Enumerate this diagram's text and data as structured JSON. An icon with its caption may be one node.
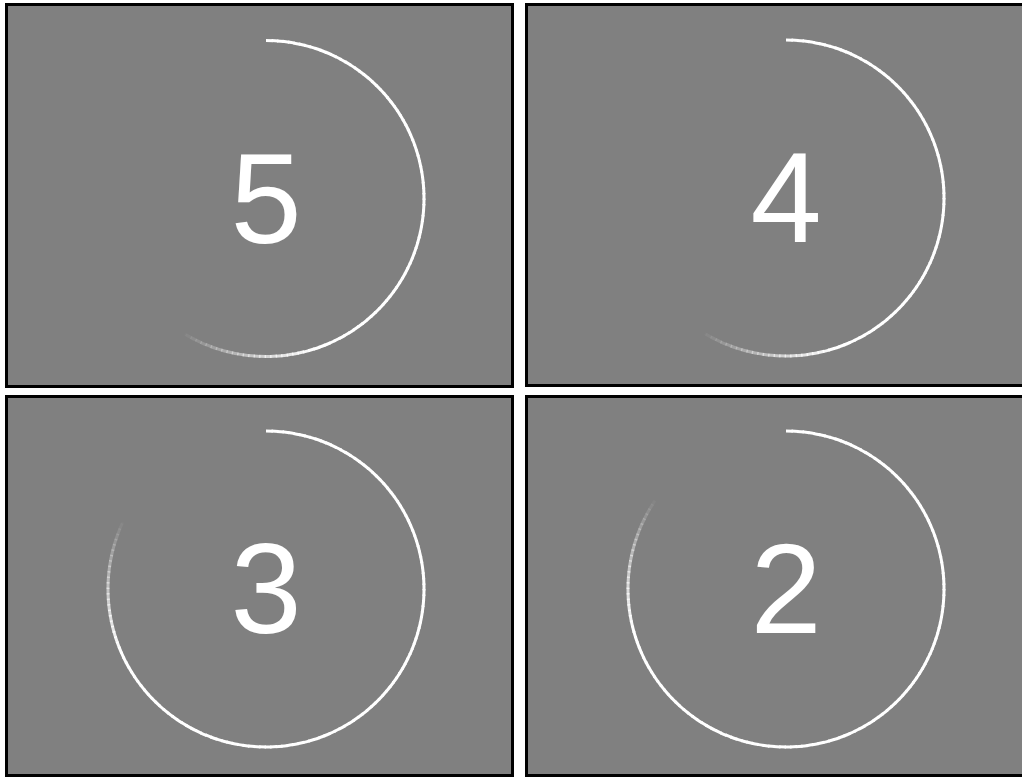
{
  "diagram": {
    "nodes": [
      {
        "text": [
          "5"
        ]
      },
      {
        "text": [
          "4"
        ]
      },
      {
        "text": [
          "3"
        ]
      },
      {
        "text": [
          "2"
        ]
      }
    ]
  }
}
